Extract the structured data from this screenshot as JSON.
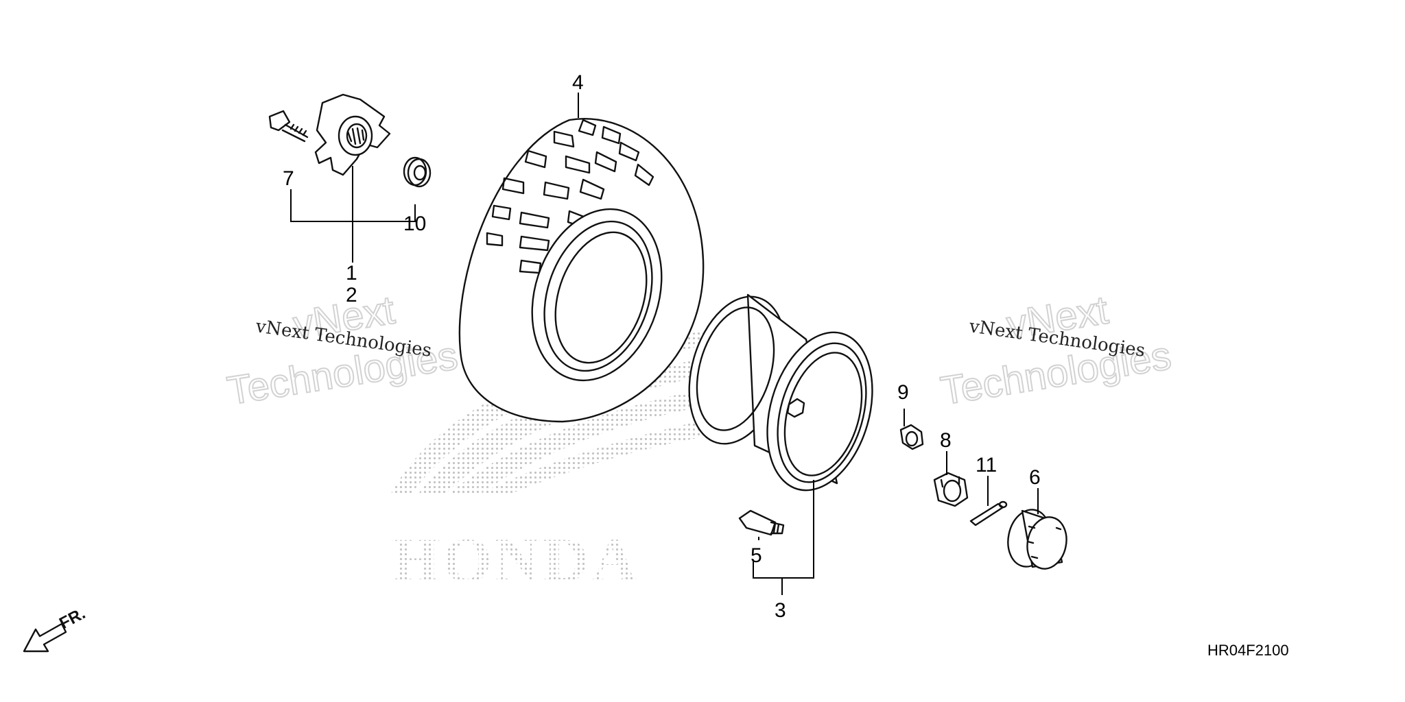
{
  "diagram": {
    "code": "HR04F2100",
    "direction_label": "FR.",
    "logo_text": "HONDA",
    "watermark": {
      "line_small": "vNext Technologies",
      "line_big_top": "vNext",
      "line_big_bottom": "Technologies"
    },
    "callouts": [
      "1",
      "2",
      "3",
      "4",
      "5",
      "6",
      "7",
      "8",
      "9",
      "10",
      "11"
    ],
    "colors": {
      "ink": "#111111",
      "watermark": "#d2d2d2",
      "logo_dots": "#c8c8c8"
    }
  }
}
